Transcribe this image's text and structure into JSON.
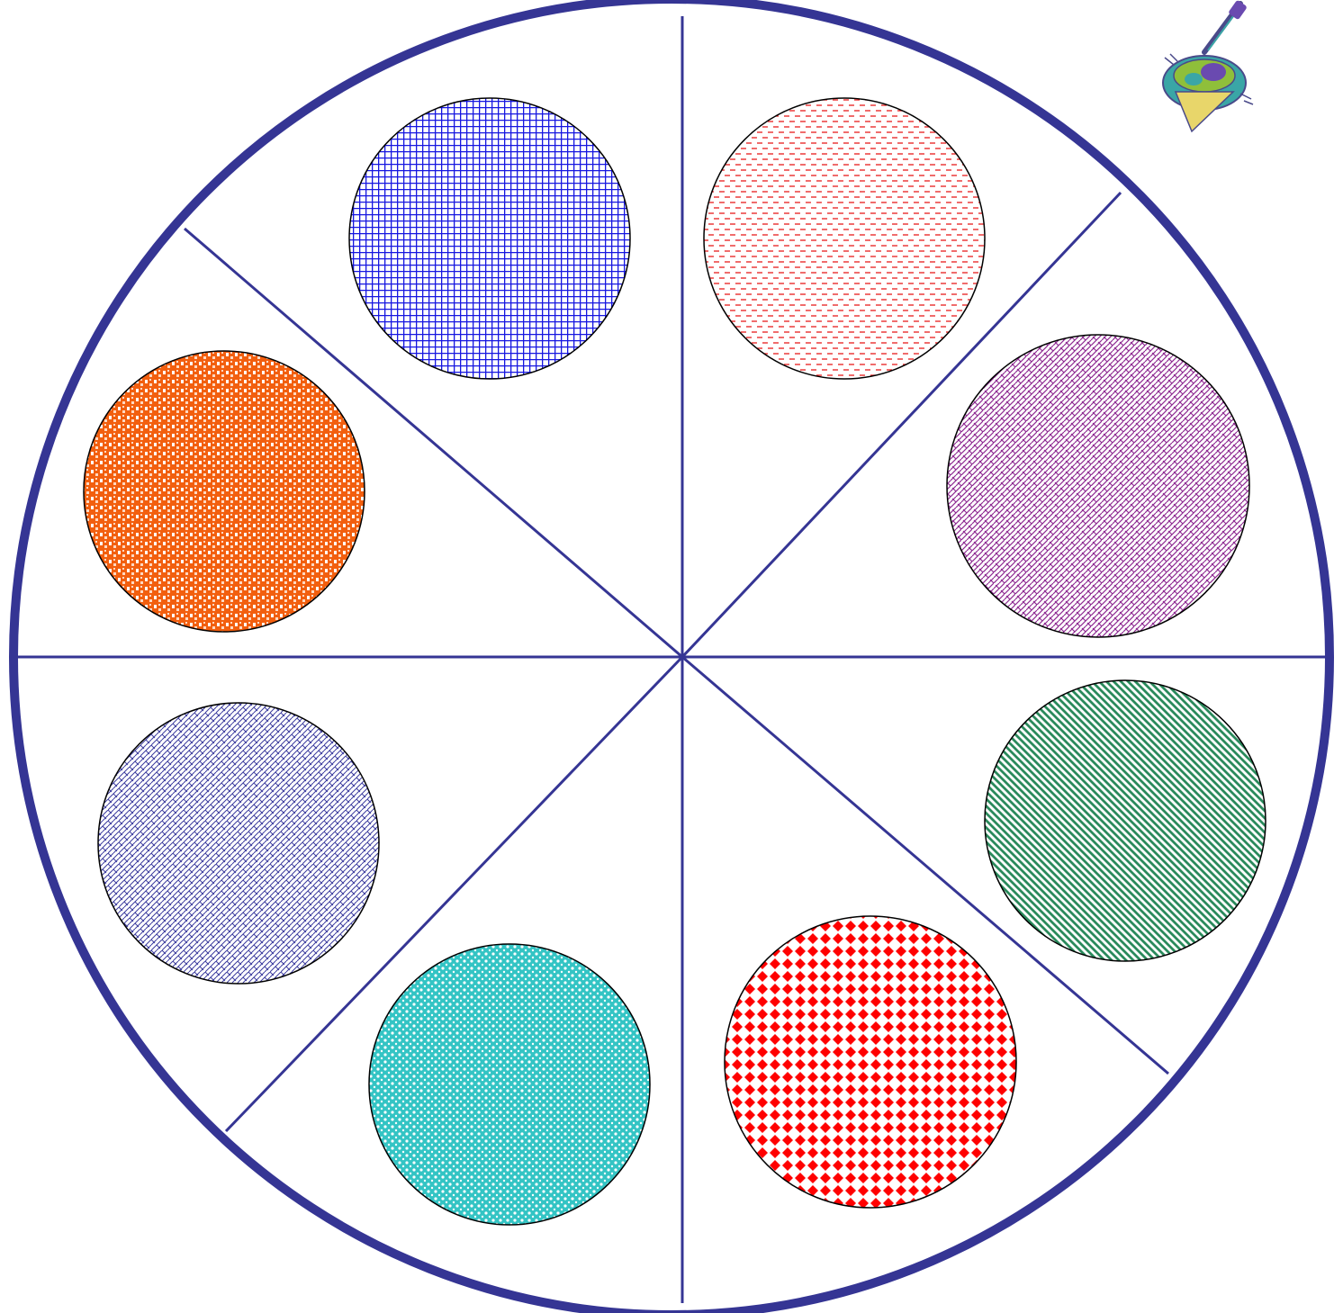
{
  "wheel": {
    "sector_count": 8,
    "outline_color": "#353594",
    "spoke_color": "#353594",
    "disc_outline_color": "#000000",
    "discs": [
      {
        "name": "blue-grid-disc",
        "pattern": "grid",
        "color": "#1616e0"
      },
      {
        "name": "red-dash-disc",
        "pattern": "dashes",
        "color": "#e81c1c"
      },
      {
        "name": "purple-weave-disc",
        "pattern": "weave",
        "color": "#8e2a92"
      },
      {
        "name": "green-diagonal-disc",
        "pattern": "diagonal",
        "color": "#2a8a5c"
      },
      {
        "name": "red-diamond-disc",
        "pattern": "diamonds",
        "color": "#ff0000"
      },
      {
        "name": "turquoise-lattice-disc",
        "pattern": "lattice",
        "color": "#33c4c4"
      },
      {
        "name": "navy-weave-disc",
        "pattern": "weave-light",
        "color": "#3b3b9e"
      },
      {
        "name": "orange-check-disc",
        "pattern": "check",
        "color": "#f25f0f"
      }
    ]
  },
  "decoration": {
    "icon": "spinning-top-icon",
    "colors": [
      "#3aa6a6",
      "#8fbf3a",
      "#6a4ab0",
      "#e8d66a",
      "#4a4a8a"
    ]
  }
}
